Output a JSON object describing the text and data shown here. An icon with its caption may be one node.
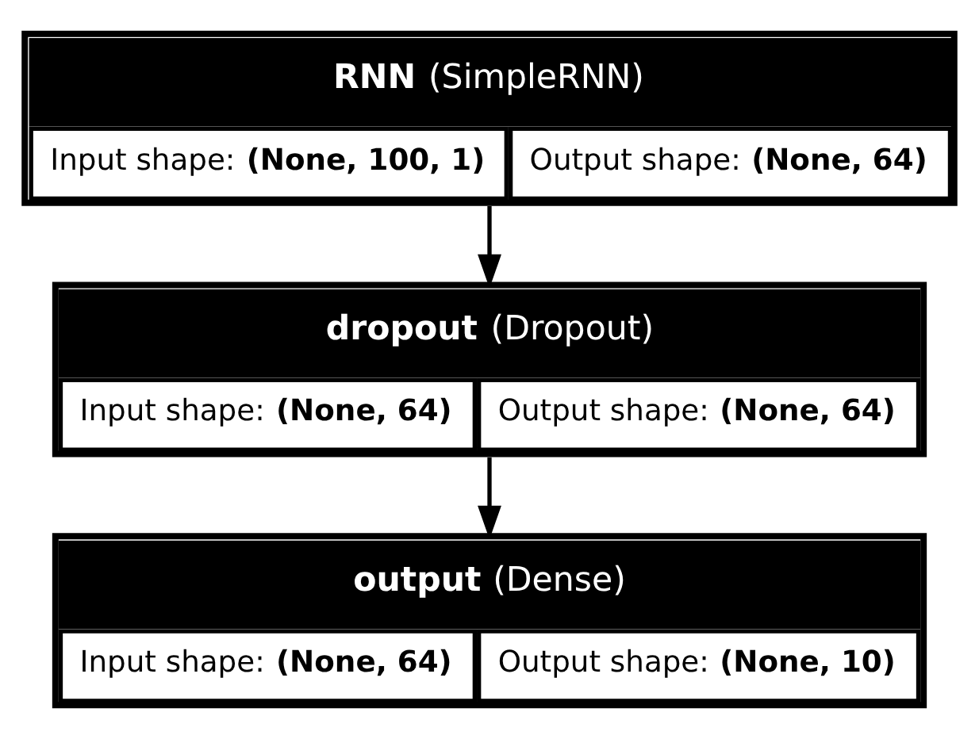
{
  "diagram": {
    "nodes": [
      {
        "text": [
          "**RNN** (SimpleRNN)",
          "Input shape: **(None, 100, 1)**",
          "Output shape: **(None, 64)**"
        ]
      },
      {
        "text": [
          "**dropout** (Dropout)",
          "Input shape: **(None, 64)**",
          "Output shape: **(None, 64)**"
        ]
      },
      {
        "text": [
          "**output** (Dense)",
          "Input shape: **(None, 64)**",
          "Output shape: **(None, 10)**"
        ]
      }
    ],
    "edges": [
      {
        "from": 0,
        "to": 1,
        "arrow": "to"
      },
      {
        "from": 1,
        "to": 2,
        "arrow": "to"
      }
    ]
  }
}
